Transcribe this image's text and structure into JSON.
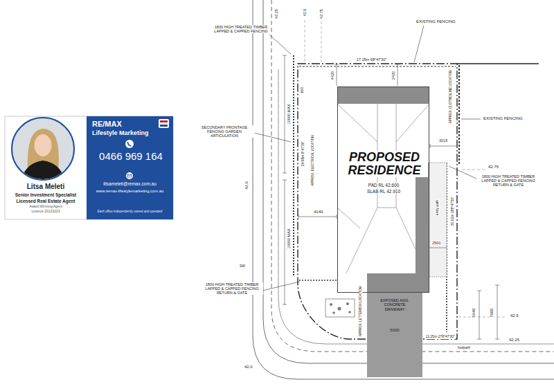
{
  "diagram": {
    "nodes": [
      {
        "text": [
          "Litsa Meleti",
          "Senior Investment Specialist",
          "Licensed Real Estate Agent",
          "Award Winning Agent",
          "Licence 20123223"
        ]
      },
      {
        "text": [
          "RE/MAX",
          "Lifestyle Marketing",
          "0466 969 164",
          "litsameleti@remax.com.au",
          "www.remax-lifestylemarketing.com.au",
          "Each office independently owned and operated"
        ],
        "in": 0
      },
      {
        "text": [
          "PROPOSED RESIDENCE",
          "PAD RL 42.600",
          "SLAB RL 42.910"
        ]
      },
      {
        "text": [
          "EXPOSED AGG. CONCRETE DRIVEWAY"
        ]
      }
    ],
    "labels": [
      "1800 HIGH TREATED TIMBER LAPPED & CAPPED FENCING",
      "EXISTING FENCING",
      "EXISTING FENCING",
      "SECONDARY FRONTAGE FENCING GARDEN ARTICULATION",
      "1800 HIGH TREATED TIMBER LAPPED & CAPPED FENCING RETURN & GATE",
      "1800 HIGH TREATED TIMBER LAPPED & CAPPED FENCING RETURN & GATE",
      "17.25m 98°47'30\"",
      "4420",
      "2420",
      "3215",
      "42.75",
      "2500",
      "5640",
      "7000",
      "42.5",
      "42.25",
      "5000",
      "11.25m 278°47'30\"",
      "footpath",
      "4140",
      "42.0",
      "42.0",
      "42.25",
      "42.5",
      "42.75",
      "10000 MAX",
      "10000 MAX",
      "24.98m 8°47'30\"",
      "600",
      "30.02m 188°47'30\"",
      "APPROX. CLOTHESLINE LOCATION",
      "APPROX. ELECTRICAL LOCATION",
      "APPROX. LETTERBOX LOCATION",
      "entry path",
      "SW"
    ]
  }
}
